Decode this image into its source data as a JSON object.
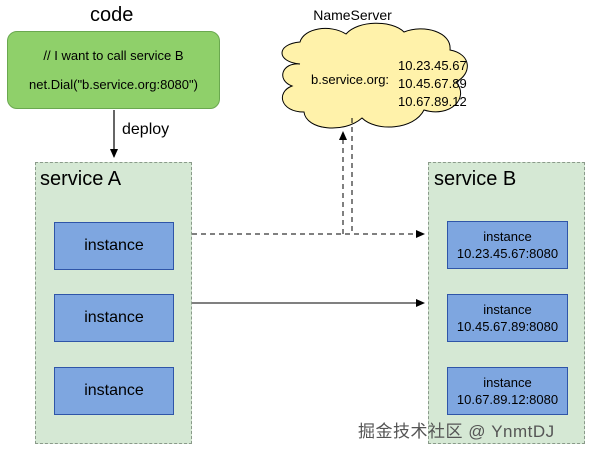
{
  "code": {
    "title": "code",
    "comment": "// I want to call service B",
    "call": "net.Dial(\"b.service.org:8080\")",
    "deploy_label": "deploy",
    "fill": "#8fd06a"
  },
  "nameserver": {
    "title": "NameServer",
    "domain": "b.service.org:",
    "ips": [
      "10.23.45.67",
      "10.45.67.89",
      "10.67.89.12"
    ],
    "fill": "#fff2aa"
  },
  "service_a": {
    "title": "service A",
    "instances": [
      "instance",
      "instance",
      "instance"
    ]
  },
  "service_b": {
    "title": "service B",
    "instances": [
      {
        "label": "instance",
        "addr": "10.23.45.67:8080"
      },
      {
        "label": "instance",
        "addr": "10.45.67.89:8080"
      },
      {
        "label": "instance",
        "addr": "10.67.89.12:8080"
      }
    ]
  },
  "colors": {
    "service_fill": "#d5e8d4",
    "instance_fill": "#7ea6e0",
    "instance_border": "#2f55a8"
  },
  "watermark": "掘金技术社区 @ YnmtDJ"
}
